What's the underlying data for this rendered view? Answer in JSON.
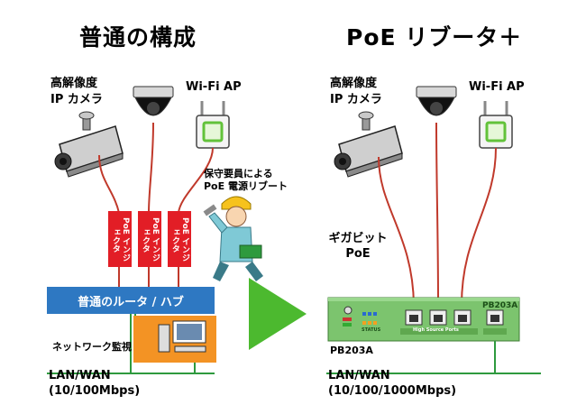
{
  "left": {
    "title": "普通の構成",
    "camera_label": [
      "高解像度",
      "IP カメラ"
    ],
    "wifi_label": "Wi-Fi AP",
    "maintenance_label": [
      "保守要員による",
      "PoE 電源リブート"
    ],
    "injector_label": [
      "PoE",
      "インジェクタ"
    ],
    "router_label": "普通のルータ / ハブ",
    "monitor_label": "ネットワーク監視",
    "lan_label": [
      "LAN/WAN",
      "(10/100Mbps)"
    ]
  },
  "right": {
    "title": "PoE リブータ＋",
    "camera_label": [
      "高解像度",
      "IP カメラ"
    ],
    "wifi_label": "Wi-Fi AP",
    "gigabit_label": [
      "ギガビット",
      "PoE"
    ],
    "device_brand": "PB203A",
    "device_model": "PB203A",
    "device_port_label": "High Source Ports",
    "device_status_label": "STATUS",
    "lan_label": [
      "LAN/WAN",
      "(10/100/1000Mbps)"
    ]
  },
  "colors": {
    "poe_cable": "#c0392b",
    "lan_cable": "#2e9a3e",
    "injector": "#e21e26",
    "router": "#2e78c2",
    "monitor_box": "#f39324",
    "arrow": "#4cb92f",
    "device": "#7cc46e"
  }
}
